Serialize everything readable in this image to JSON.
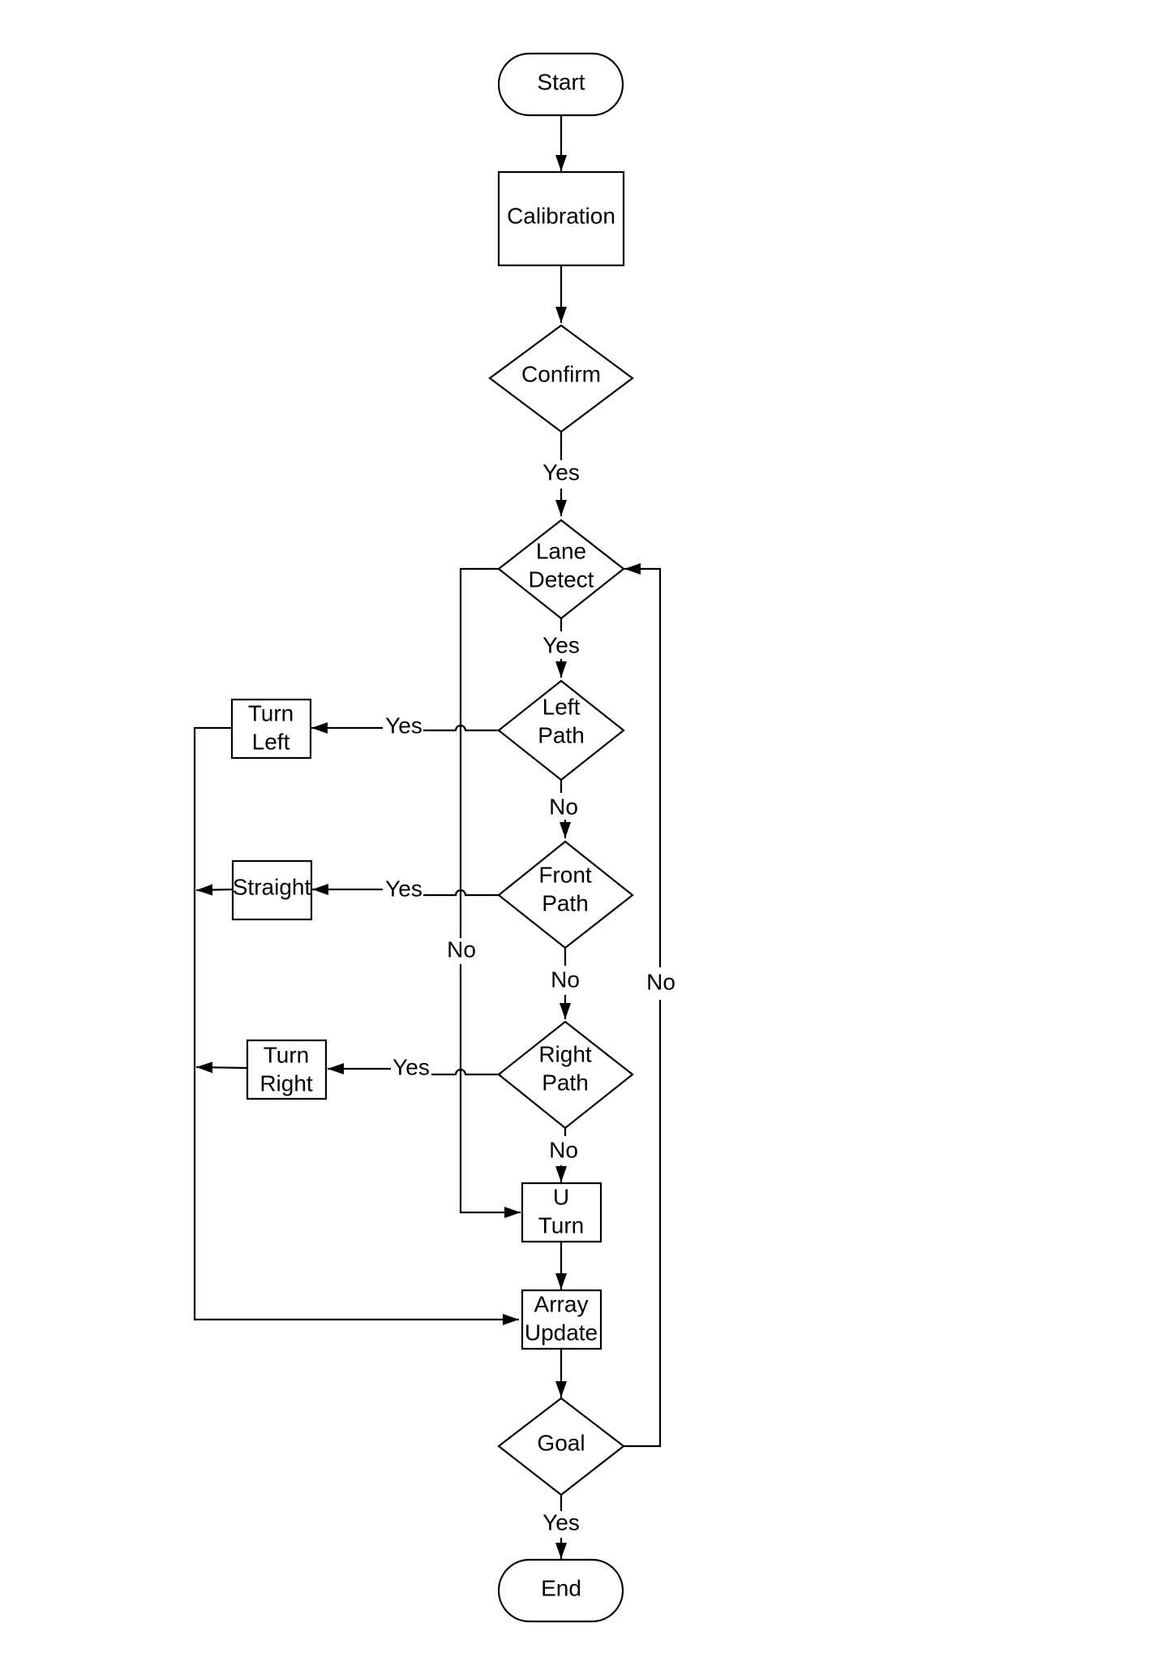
{
  "diagram": {
    "title": "",
    "nodes": {
      "start": {
        "type": "terminal",
        "label": "Start"
      },
      "calibration": {
        "type": "process",
        "label": "Calibration"
      },
      "confirm": {
        "type": "decision",
        "label": "Confirm"
      },
      "lane_detect": {
        "type": "decision",
        "label_line1": "Lane",
        "label_line2": "Detect"
      },
      "left_path": {
        "type": "decision",
        "label_line1": "Left",
        "label_line2": "Path"
      },
      "front_path": {
        "type": "decision",
        "label_line1": "Front",
        "label_line2": "Path"
      },
      "right_path": {
        "type": "decision",
        "label_line1": "Right",
        "label_line2": "Path"
      },
      "turn_left": {
        "type": "process",
        "label_line1": "Turn",
        "label_line2": "Left"
      },
      "straight": {
        "type": "process",
        "label": "Straight"
      },
      "turn_right": {
        "type": "process",
        "label_line1": "Turn",
        "label_line2": "Right"
      },
      "u_turn": {
        "type": "process",
        "label_line1": "U",
        "label_line2": "Turn"
      },
      "array_update": {
        "type": "process",
        "label_line1": "Array",
        "label_line2": "Update"
      },
      "goal": {
        "type": "decision",
        "label": "Goal"
      },
      "end": {
        "type": "terminal",
        "label": "End"
      }
    },
    "edges": {
      "confirm_yes": "Yes",
      "lane_detect_yes": "Yes",
      "lane_detect_no": "No",
      "left_path_yes": "Yes",
      "left_path_no": "No",
      "front_path_yes": "Yes",
      "front_path_no": "No",
      "right_path_yes": "Yes",
      "right_path_no": "No",
      "goal_no": "No",
      "goal_yes": "Yes"
    },
    "connections": [
      [
        "start",
        "calibration",
        ""
      ],
      [
        "calibration",
        "confirm",
        ""
      ],
      [
        "confirm",
        "lane_detect",
        "Yes"
      ],
      [
        "lane_detect",
        "left_path",
        "Yes"
      ],
      [
        "lane_detect",
        "u_turn",
        "No"
      ],
      [
        "left_path",
        "turn_left",
        "Yes"
      ],
      [
        "left_path",
        "front_path",
        "No"
      ],
      [
        "front_path",
        "straight",
        "Yes"
      ],
      [
        "front_path",
        "right_path",
        "No"
      ],
      [
        "right_path",
        "turn_right",
        "Yes"
      ],
      [
        "right_path",
        "u_turn",
        "No"
      ],
      [
        "turn_left",
        "array_update",
        ""
      ],
      [
        "straight",
        "array_update",
        ""
      ],
      [
        "turn_right",
        "array_update",
        ""
      ],
      [
        "u_turn",
        "array_update",
        ""
      ],
      [
        "array_update",
        "goal",
        ""
      ],
      [
        "goal",
        "lane_detect",
        "No"
      ],
      [
        "goal",
        "end",
        "Yes"
      ]
    ]
  }
}
